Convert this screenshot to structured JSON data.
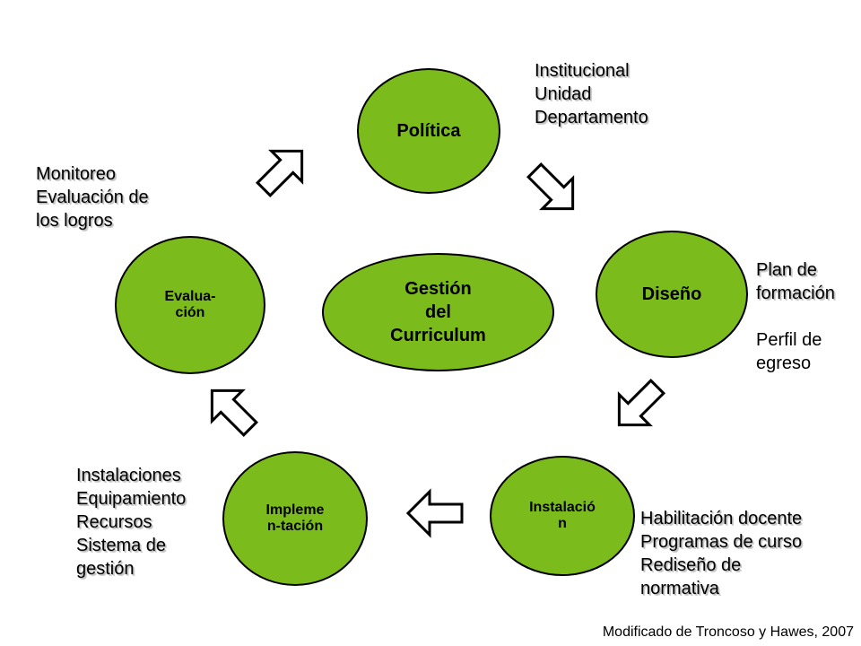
{
  "diagram": {
    "center": "Gestión\ndel\nCurriculum",
    "nodes": {
      "politica": "Política",
      "diseno": "Diseño",
      "instalacion": "Instalació\nn",
      "implementacion": "Impleme\nn-tación",
      "evaluacion": "Evalua-\nción"
    },
    "notes": {
      "politica": "Institucional\nUnidad\nDepartamento",
      "diseno_bold": "Plan de\nformación",
      "diseno_plain": "Perfil de\negreso",
      "instalacion": "Habilitación docente\nProgramas de curso\nRediseño de\nnormativa",
      "implementacion": "Instalaciones\nEquipamiento\nRecursos\nSistema de\ngestión",
      "evaluacion": "Monitoreo\nEvaluación de\nlos logros"
    },
    "footer": "Modificado de Troncoso y Hawes, 2007",
    "colors": {
      "node_fill": "#7cbb1c",
      "outline": "#000000",
      "arrow_fill": "#ffffff"
    }
  }
}
